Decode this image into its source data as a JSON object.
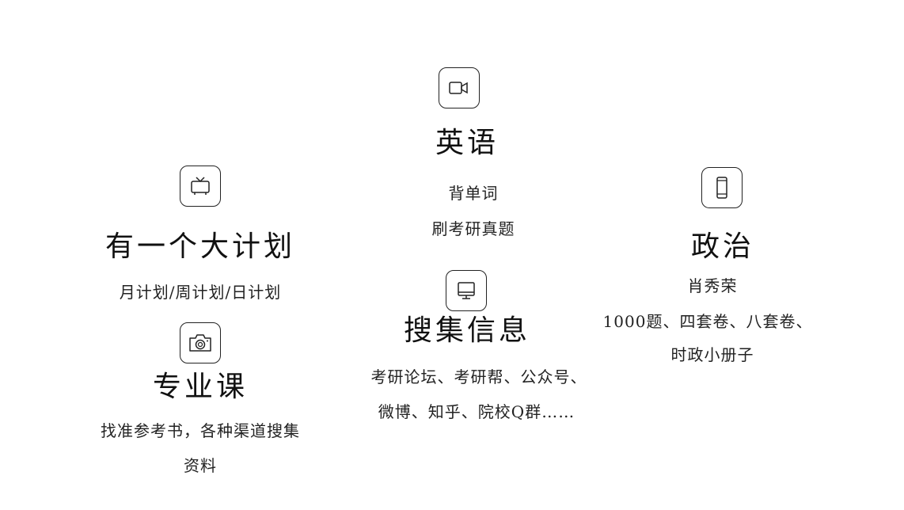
{
  "english": {
    "title": "英语",
    "lines": [
      "背单词",
      "刷考研真题"
    ],
    "icon": "video-camera-icon"
  },
  "plan": {
    "title": "有一个大计划",
    "lines": [
      "月计划/周计划/日计划"
    ],
    "icon": "tv-icon"
  },
  "major": {
    "title": "专业课",
    "lines": [
      "找准参考书，各种渠道搜集",
      "资料"
    ],
    "icon": "camera-icon"
  },
  "info": {
    "title": "搜集信息",
    "lines": [
      "考研论坛、考研帮、公众号、",
      "微博、知乎、院校Q群……"
    ],
    "icon": "monitor-icon"
  },
  "politics": {
    "title": "政治",
    "lines": [
      "肖秀荣",
      "1000题、四套卷、八套卷、",
      "时政小册子"
    ],
    "icon": "smartphone-icon"
  }
}
